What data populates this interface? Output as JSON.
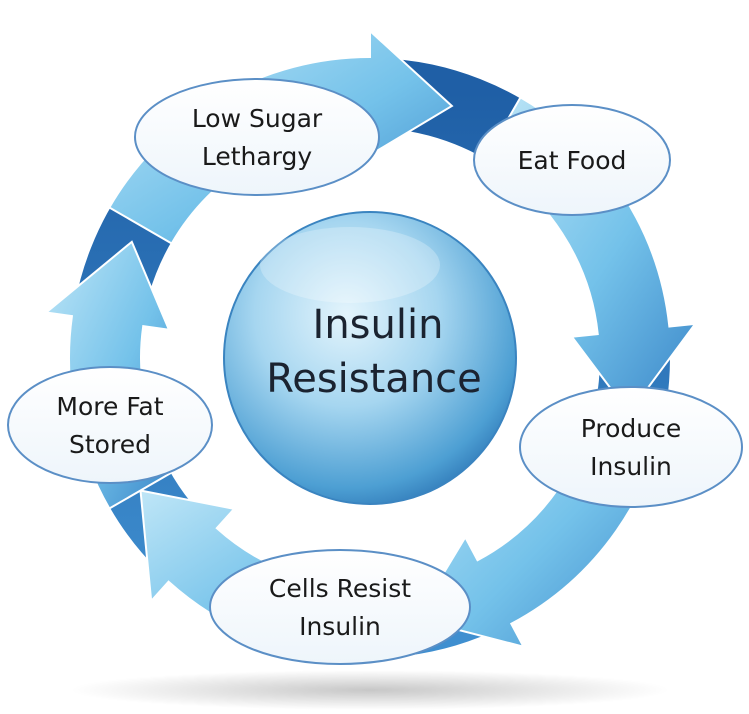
{
  "center": {
    "line1": "Insulin",
    "line2": "Resistance"
  },
  "cycle": [
    {
      "id": "eat-food",
      "lines": [
        "Eat Food"
      ]
    },
    {
      "id": "produce-insulin",
      "lines": [
        "Produce",
        "Insulin"
      ]
    },
    {
      "id": "cells-resist-insulin",
      "lines": [
        "Cells Resist",
        "Insulin"
      ]
    },
    {
      "id": "more-fat-stored",
      "lines": [
        "More Fat",
        "Stored"
      ]
    },
    {
      "id": "low-sugar-lethargy",
      "lines": [
        "Low Sugar",
        "Lethargy"
      ]
    }
  ],
  "colors": {
    "arrow_light": "#a9dcf3",
    "arrow_mid": "#62b6e3",
    "arrow_dark": "#2f6fb4",
    "node_border": "#5b8fc6",
    "center_light": "#cdeaf8",
    "center_dark": "#3b8fc6"
  }
}
